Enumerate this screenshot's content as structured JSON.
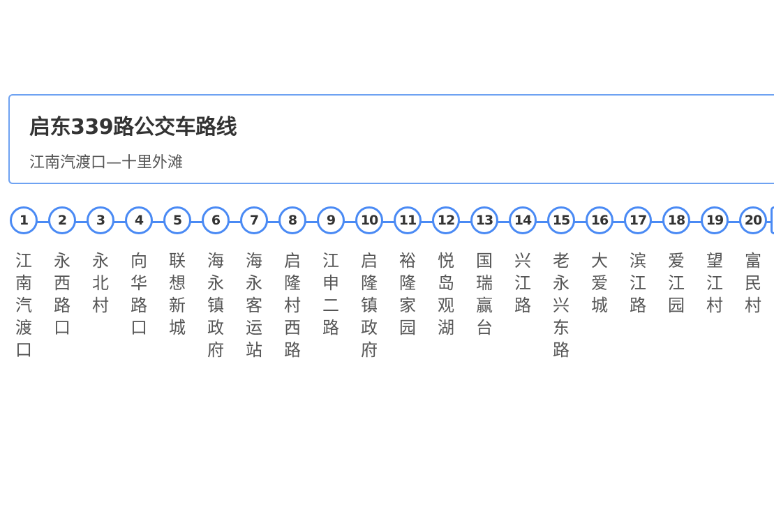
{
  "header": {
    "title": "启东339路公交车路线",
    "subtitle": "江南汽渡口—十里外滩"
  },
  "accent_color": "#4a8af4",
  "stops": [
    {
      "number": "1",
      "name": "江南汽渡口"
    },
    {
      "number": "2",
      "name": "永西路口"
    },
    {
      "number": "3",
      "name": "永北村"
    },
    {
      "number": "4",
      "name": "向华路口"
    },
    {
      "number": "5",
      "name": "联想新城"
    },
    {
      "number": "6",
      "name": "海永镇政府"
    },
    {
      "number": "7",
      "name": "海永客运站"
    },
    {
      "number": "8",
      "name": "启隆村西路"
    },
    {
      "number": "9",
      "name": "江申二路"
    },
    {
      "number": "10",
      "name": "启隆镇政府"
    },
    {
      "number": "11",
      "name": "裕隆家园"
    },
    {
      "number": "12",
      "name": "悦岛观湖"
    },
    {
      "number": "13",
      "name": "国瑞赢台"
    },
    {
      "number": "14",
      "name": "兴江路"
    },
    {
      "number": "15",
      "name": "老永兴东路"
    },
    {
      "number": "16",
      "name": "大爱城"
    },
    {
      "number": "17",
      "name": "滨江路"
    },
    {
      "number": "18",
      "name": "爱江园"
    },
    {
      "number": "19",
      "name": "望江村"
    },
    {
      "number": "20",
      "name": "富民村"
    }
  ]
}
